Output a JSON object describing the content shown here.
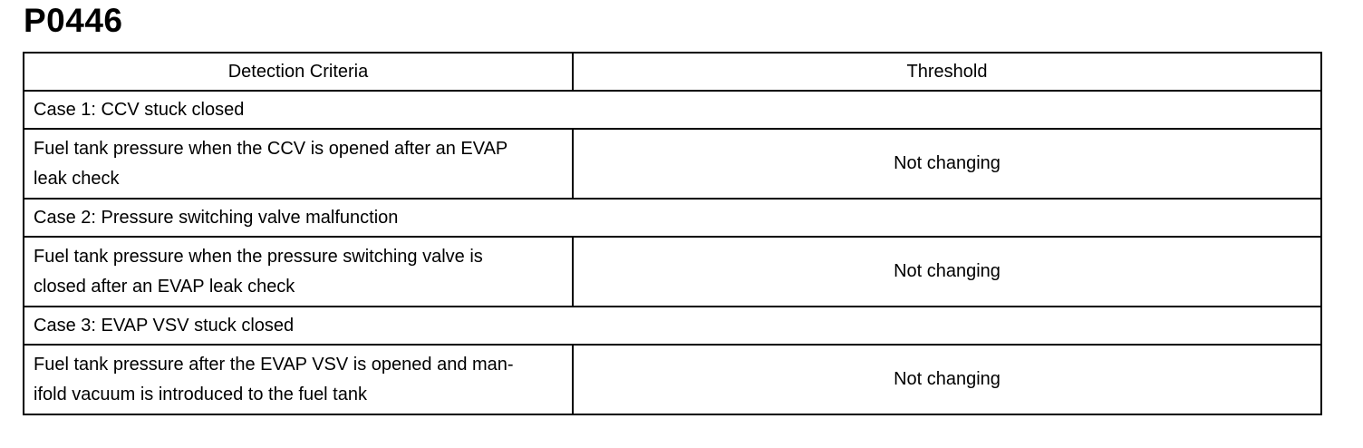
{
  "title": "P0446",
  "table": {
    "headers": [
      "Detection Criteria",
      "Threshold"
    ],
    "rows": [
      {
        "case": "Case 1: CCV stuck closed",
        "criteria_line1": "Fuel tank pressure when the CCV is opened after an EVAP",
        "criteria_line2": "leak check",
        "threshold": "Not changing"
      },
      {
        "case": "Case 2: Pressure switching valve malfunction",
        "criteria_line1": "Fuel tank pressure when the pressure switching valve is",
        "criteria_line2": "closed after an EVAP leak check",
        "threshold": "Not changing"
      },
      {
        "case": "Case 3: EVAP VSV stuck closed",
        "criteria_line1": "Fuel tank pressure after the EVAP VSV is opened and man-",
        "criteria_line2": "ifold vacuum is introduced to the fuel tank",
        "threshold": "Not changing"
      }
    ]
  }
}
